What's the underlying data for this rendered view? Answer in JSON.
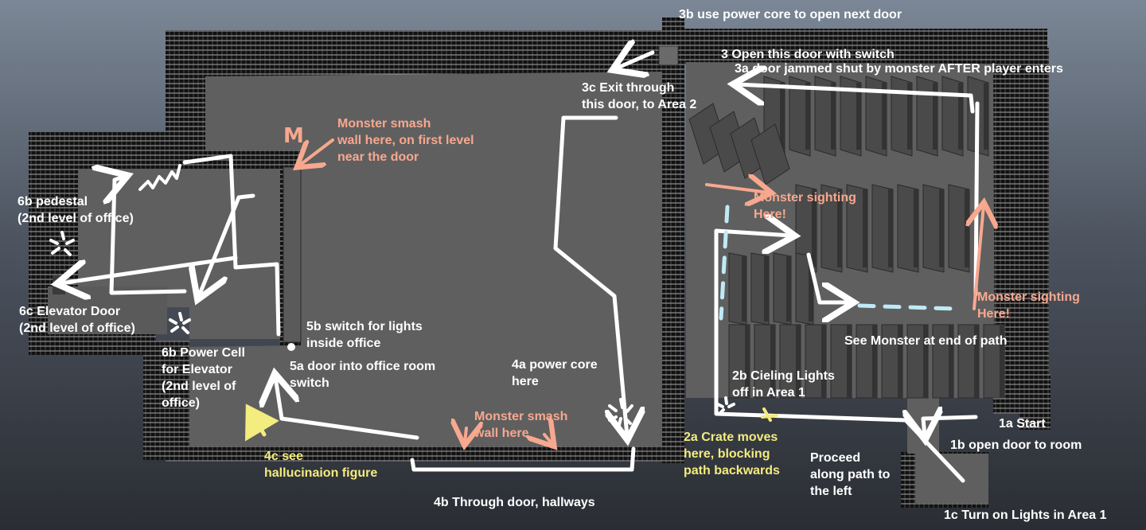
{
  "colors": {
    "background_top": "#7b8796",
    "background_bottom": "#2a2d33",
    "floor": "#5f5f5f",
    "wall": "#111111",
    "wall_lines": "#d8d8d8",
    "path_white": "#ffffff",
    "monster_salmon": "#f7a88f",
    "hint_yellow": "#f3ec7e",
    "dash_cyan": "#bfeaf5"
  },
  "annotations": {
    "step_3b": "3b use power core to open next door",
    "step_3": "3 Open this door with switch",
    "step_3a": "3a door jammed shut by monster AFTER player enters",
    "step_3c": "3c Exit through\nthis door, to Area 2",
    "monster_wall": "Monster smash\nwall here, on first level\nnear the door",
    "monster_mark": "M",
    "step_6b_pedestal": "6b pedestal\n(2nd level of office)",
    "monster_sighting_1": "Monster sighting\nHere!",
    "monster_sighting_2": "Monster sighting\nHere!",
    "step_6c": "6c Elevator Door\n(2nd level of office)",
    "step_5b": "5b switch for lights\ninside office",
    "see_monster": "See Monster at end of path",
    "step_6b_cell": "6b Power Cell\nfor Elevator\n(2nd level of\noffice)",
    "step_5a": "5a door into office room\nswitch",
    "step_4a": "4a power core\nhere",
    "step_2b": "2b Cieling Lights\noff in Area 1",
    "step_1a": "1a Start",
    "monster_hall": "Monster smash\nwall here",
    "step_2a": "2a Crate moves\nhere, blocking\npath backwards",
    "step_1b": "1b open door to room",
    "step_4c": "4c see\nhallucinaion figure",
    "proceed": "Proceed\nalong path to\nthe left",
    "step_4b": "4b Through door, hallways",
    "step_1c": "1c Turn on Lights in Area 1"
  }
}
